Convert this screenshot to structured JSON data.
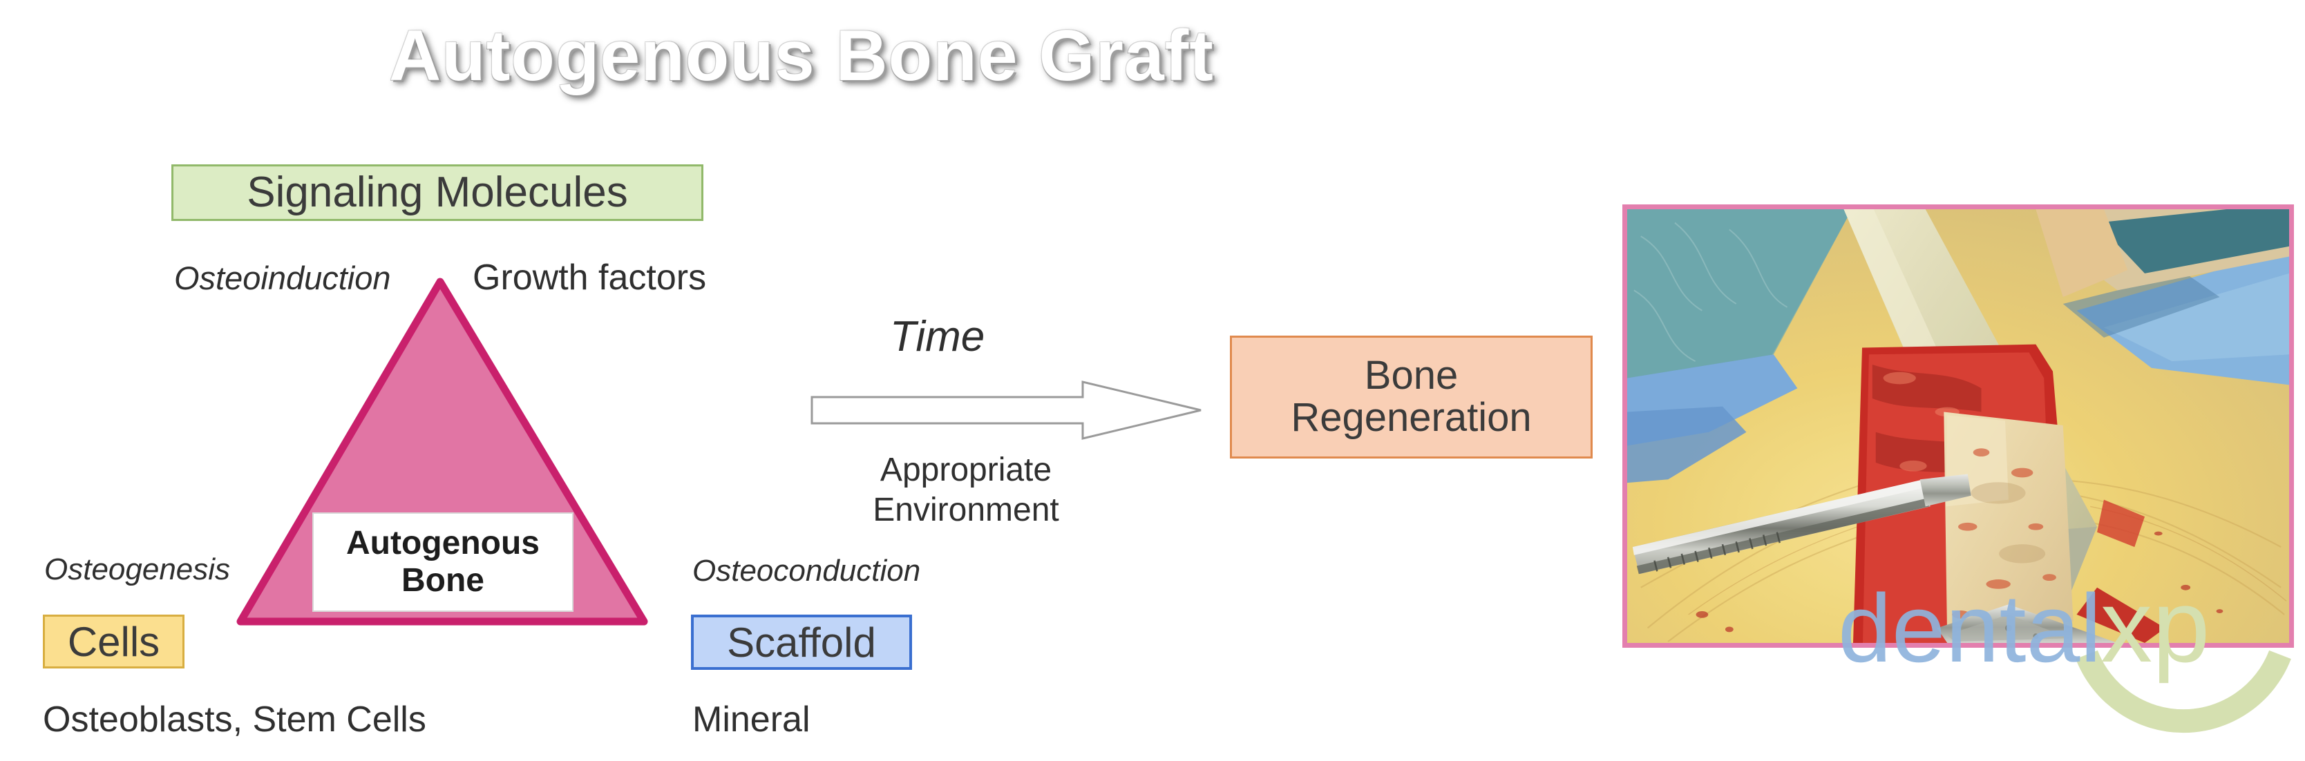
{
  "slide": {
    "title": "Autogenous Bone Graft",
    "background_color": "#ffffff"
  },
  "triangle": {
    "center_label_line1": "Autogenous",
    "center_label_line2": "Bone",
    "fill_color": "#e175a4",
    "border_color": "#c9206c"
  },
  "vertices": {
    "top": {
      "box_label": "Signaling Molecules",
      "box_fill": "#dcecc4",
      "box_border": "#91b96a",
      "property": "Osteoinduction",
      "example": "Growth factors"
    },
    "left": {
      "box_label": "Cells",
      "box_fill": "#fbdf8f",
      "box_border": "#d8ae41",
      "property": "Osteogenesis",
      "example": "Osteoblasts, Stem Cells"
    },
    "right": {
      "box_label": "Scaffold",
      "box_fill": "#c0d5f8",
      "box_border": "#3a6fd0",
      "property": "Osteoconduction",
      "example": "Mineral"
    }
  },
  "process": {
    "arrow_top_label": "Time",
    "arrow_bottom_label_line1": "Appropriate",
    "arrow_bottom_label_line2": "Environment",
    "arrow_icon": "right-arrow-icon",
    "arrow_fill": "#ffffff",
    "arrow_stroke": "#9a9a9a"
  },
  "outcome": {
    "label_line1": "Bone",
    "label_line2": "Regeneration",
    "box_fill": "#f9cfb5",
    "box_border": "#e08a4e"
  },
  "photo": {
    "alt": "Intraoperative autogenous bone graft harvest",
    "border_color": "#e37fae"
  },
  "watermark": {
    "text_primary": "dental",
    "text_secondary": "xp",
    "color_primary": "#8fb4dd",
    "color_secondary": "#d5e0b0"
  }
}
